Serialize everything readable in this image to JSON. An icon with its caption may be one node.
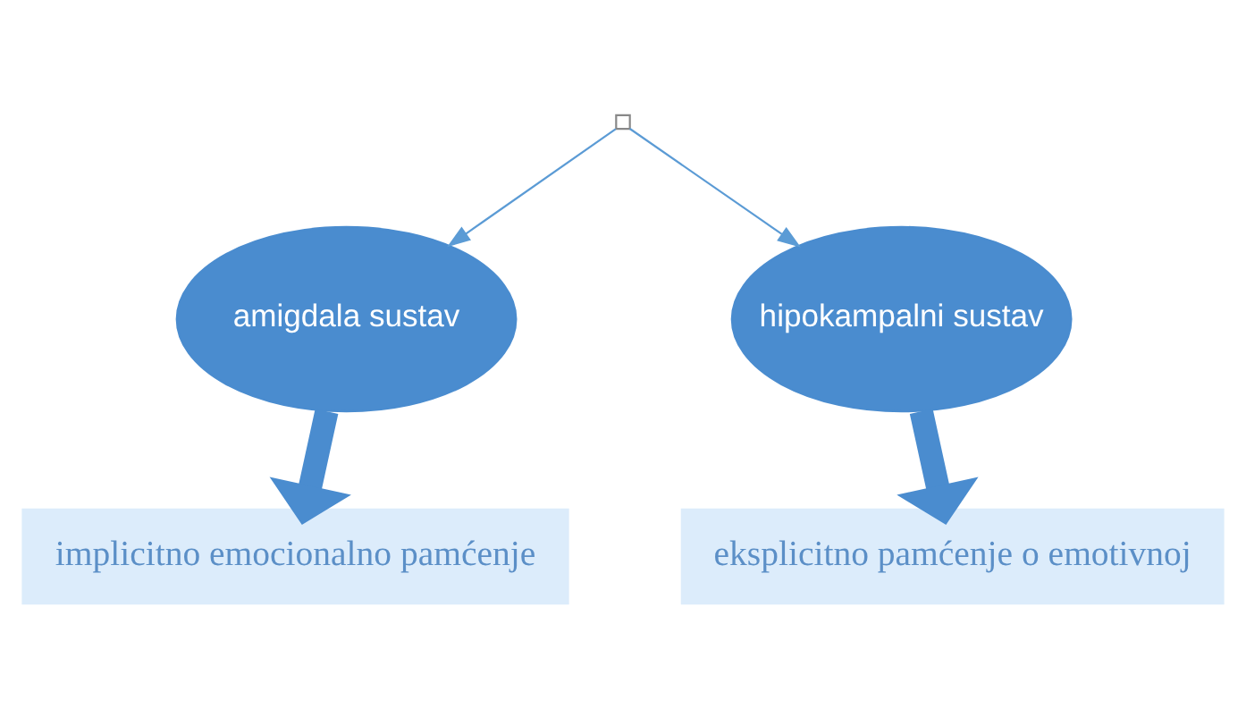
{
  "diagram": {
    "nodes": [
      {
        "text": [
          "amigdala sustav"
        ]
      },
      {
        "text": [
          "hipokampalni sustav"
        ]
      },
      {
        "text": [
          "implicitno emocionalno pamćenje"
        ]
      },
      {
        "text": [
          "eksplicitno pamćenje o emotivnoj"
        ]
      }
    ],
    "edges": [
      {
        "from": null,
        "to": 0,
        "arrow": "to"
      },
      {
        "from": null,
        "to": 1,
        "arrow": "to"
      },
      {
        "from": 0,
        "to": 2,
        "arrow": "to",
        "style": "thick"
      },
      {
        "from": 1,
        "to": 3,
        "arrow": "to",
        "style": "thick"
      }
    ]
  }
}
